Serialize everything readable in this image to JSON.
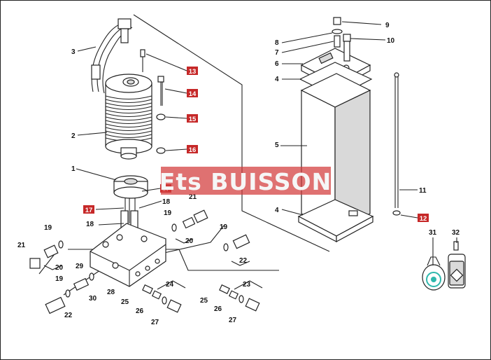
{
  "watermark": {
    "text": "Ets BUISSON",
    "color": "#d33a3a"
  },
  "colors": {
    "badge": "#c62828",
    "line": "#222222",
    "bottle_accent": "#2fb8ad"
  },
  "labels": {
    "l1": "1",
    "l2": "2",
    "l3": "3",
    "l4a": "4",
    "l4b": "4",
    "l5": "5",
    "l6": "6",
    "l7": "7",
    "l8": "8",
    "l9": "9",
    "l10": "10",
    "l11": "11",
    "l18a": "18",
    "l18b": "18",
    "l19a": "19",
    "l19b": "19",
    "l19c": "19",
    "l19d": "19",
    "l20a": "20",
    "l20b": "20",
    "l21a": "21",
    "l21b": "21",
    "l22a": "22",
    "l22b": "22",
    "l23": "23",
    "l24": "24",
    "l25a": "25",
    "l25b": "25",
    "l26a": "26",
    "l26b": "26",
    "l27a": "27",
    "l27b": "27",
    "l28": "28",
    "l29": "29",
    "l30": "30",
    "l31": "31",
    "l32": "32"
  },
  "badges": {
    "b12": "12",
    "b13": "13",
    "b14": "14",
    "b15": "15",
    "b16": "16",
    "b17a": "17",
    "b17b": "17"
  }
}
